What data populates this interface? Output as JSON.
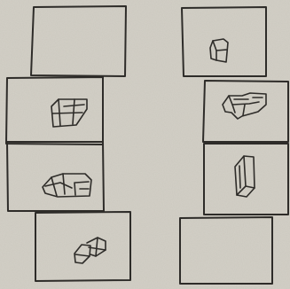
{
  "image": {
    "kind": "hand-drawn pencil sketch of panel rectangles with small polyhedral shapes",
    "paper_color": "#d3d0c7",
    "ink_color": "#2e2c29"
  },
  "columns": [
    {
      "name": "left",
      "panels": [
        {
          "id": "L1",
          "shape": "none"
        },
        {
          "id": "L2",
          "shape": "cube-grid"
        },
        {
          "id": "L3",
          "shape": "folded-cluster"
        },
        {
          "id": "L4",
          "shape": "interlocked-pair"
        }
      ]
    },
    {
      "name": "right",
      "panels": [
        {
          "id": "R1",
          "shape": "small-cube"
        },
        {
          "id": "R2",
          "shape": "broken-slab"
        },
        {
          "id": "R3",
          "shape": "tall-prism"
        },
        {
          "id": "R4",
          "shape": "none"
        }
      ]
    }
  ]
}
